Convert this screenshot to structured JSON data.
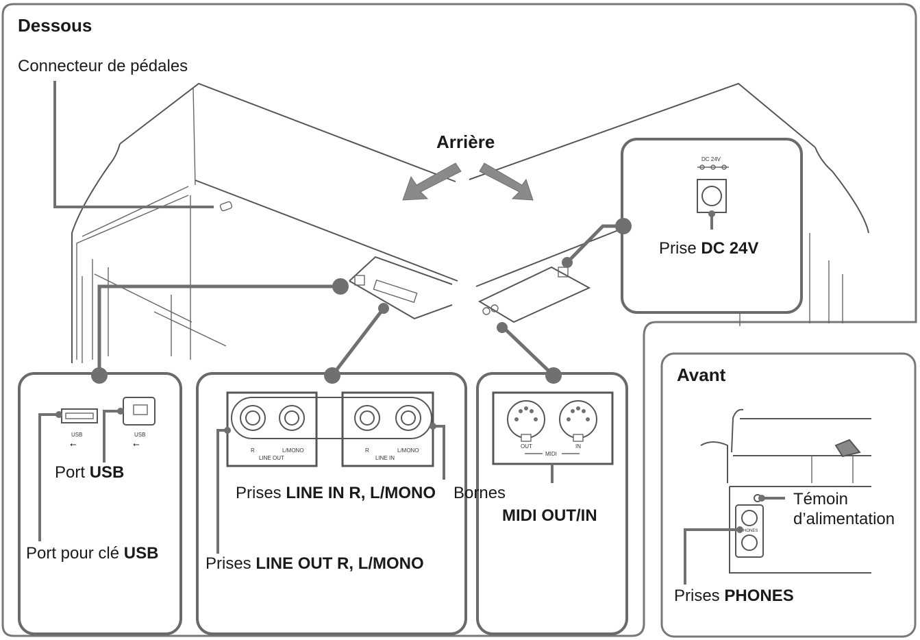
{
  "sections": {
    "bottom_title": "Dessous",
    "rear_title": "Arrière",
    "front_title": "Avant"
  },
  "labels": {
    "pedal_connector": "Connecteur de pédales",
    "dc_jack_prefix": "Prise ",
    "dc_jack_bold": "DC 24V",
    "usb_port_prefix": "Port ",
    "usb_port_bold": "USB",
    "usb_key_prefix": "Port pour clé ",
    "usb_key_bold": "USB",
    "line_in_prefix": "Prises ",
    "line_in_bold": "LINE IN R, L/MONO",
    "midi_terminals_prefix": "Bornes",
    "midi_terminals_bold": "MIDI OUT/IN",
    "line_out_prefix": "Prises ",
    "line_out_bold": "LINE OUT R, L/MONO",
    "power_indicator_line1": "Témoin",
    "power_indicator_line2": "d’alimentation",
    "phones_prefix": "Prises ",
    "phones_bold": "PHONES"
  },
  "panel_text": {
    "dc_24v": "DC 24V",
    "usb_a": "USB",
    "usb_b": "USB",
    "line_r": "R",
    "line_lmono": "L/MONO",
    "line_out": "LINE OUT",
    "line_in": "LINE IN",
    "midi_out": "OUT",
    "midi_in": "IN",
    "midi": "MIDI",
    "phones": "PHONES"
  }
}
